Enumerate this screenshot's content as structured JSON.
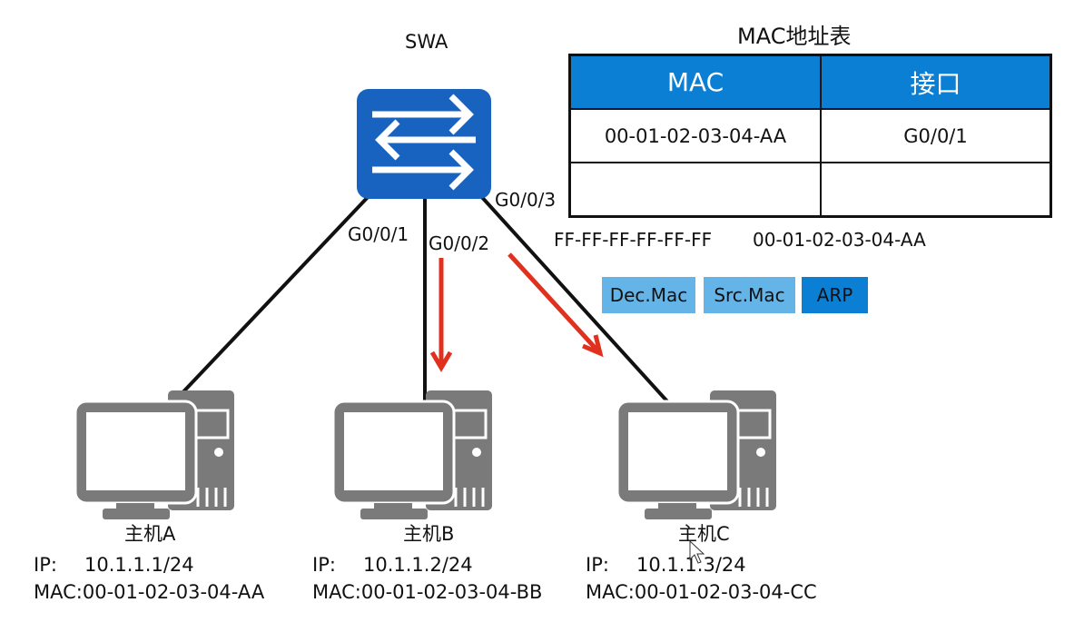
{
  "switch": {
    "name": "SWA",
    "icon": "switch-icon",
    "color": "#1763bf"
  },
  "ports": {
    "g1": "G0/0/1",
    "g2": "G0/0/2",
    "g3": "G0/0/3"
  },
  "mac_table": {
    "title": "MAC地址表",
    "header_color": "#0b7fd3",
    "columns": [
      "MAC",
      "接口"
    ],
    "rows": [
      [
        "00-01-02-03-04-AA",
        "G0/0/1"
      ],
      [
        "",
        ""
      ]
    ]
  },
  "frame": {
    "dst_mac": "FF-FF-FF-FF-FF-FF",
    "src_mac": "00-01-02-03-04-AA",
    "fields": [
      {
        "label": "Dec.Mac",
        "color": "#64b4e8"
      },
      {
        "label": "Src.Mac",
        "color": "#64b4e8"
      },
      {
        "label": "ARP",
        "color": "#0b7fd3"
      }
    ]
  },
  "arrows": {
    "color": "#e0301e",
    "icon": "arrow-down-icon"
  },
  "hosts": [
    {
      "name": "主机A",
      "ip_label": "IP:",
      "ip": "10.1.1.1/24",
      "mac": "MAC:00-01-02-03-04-AA",
      "icon": "computer-icon"
    },
    {
      "name": "主机B",
      "ip_label": "IP:",
      "ip": "10.1.1.2/24",
      "mac": "MAC:00-01-02-03-04-BB",
      "icon": "computer-icon"
    },
    {
      "name": "主机C",
      "ip_label": "IP:",
      "ip": "10.1.1.3/24",
      "mac": "MAC:00-01-02-03-04-CC",
      "icon": "computer-icon"
    }
  ]
}
